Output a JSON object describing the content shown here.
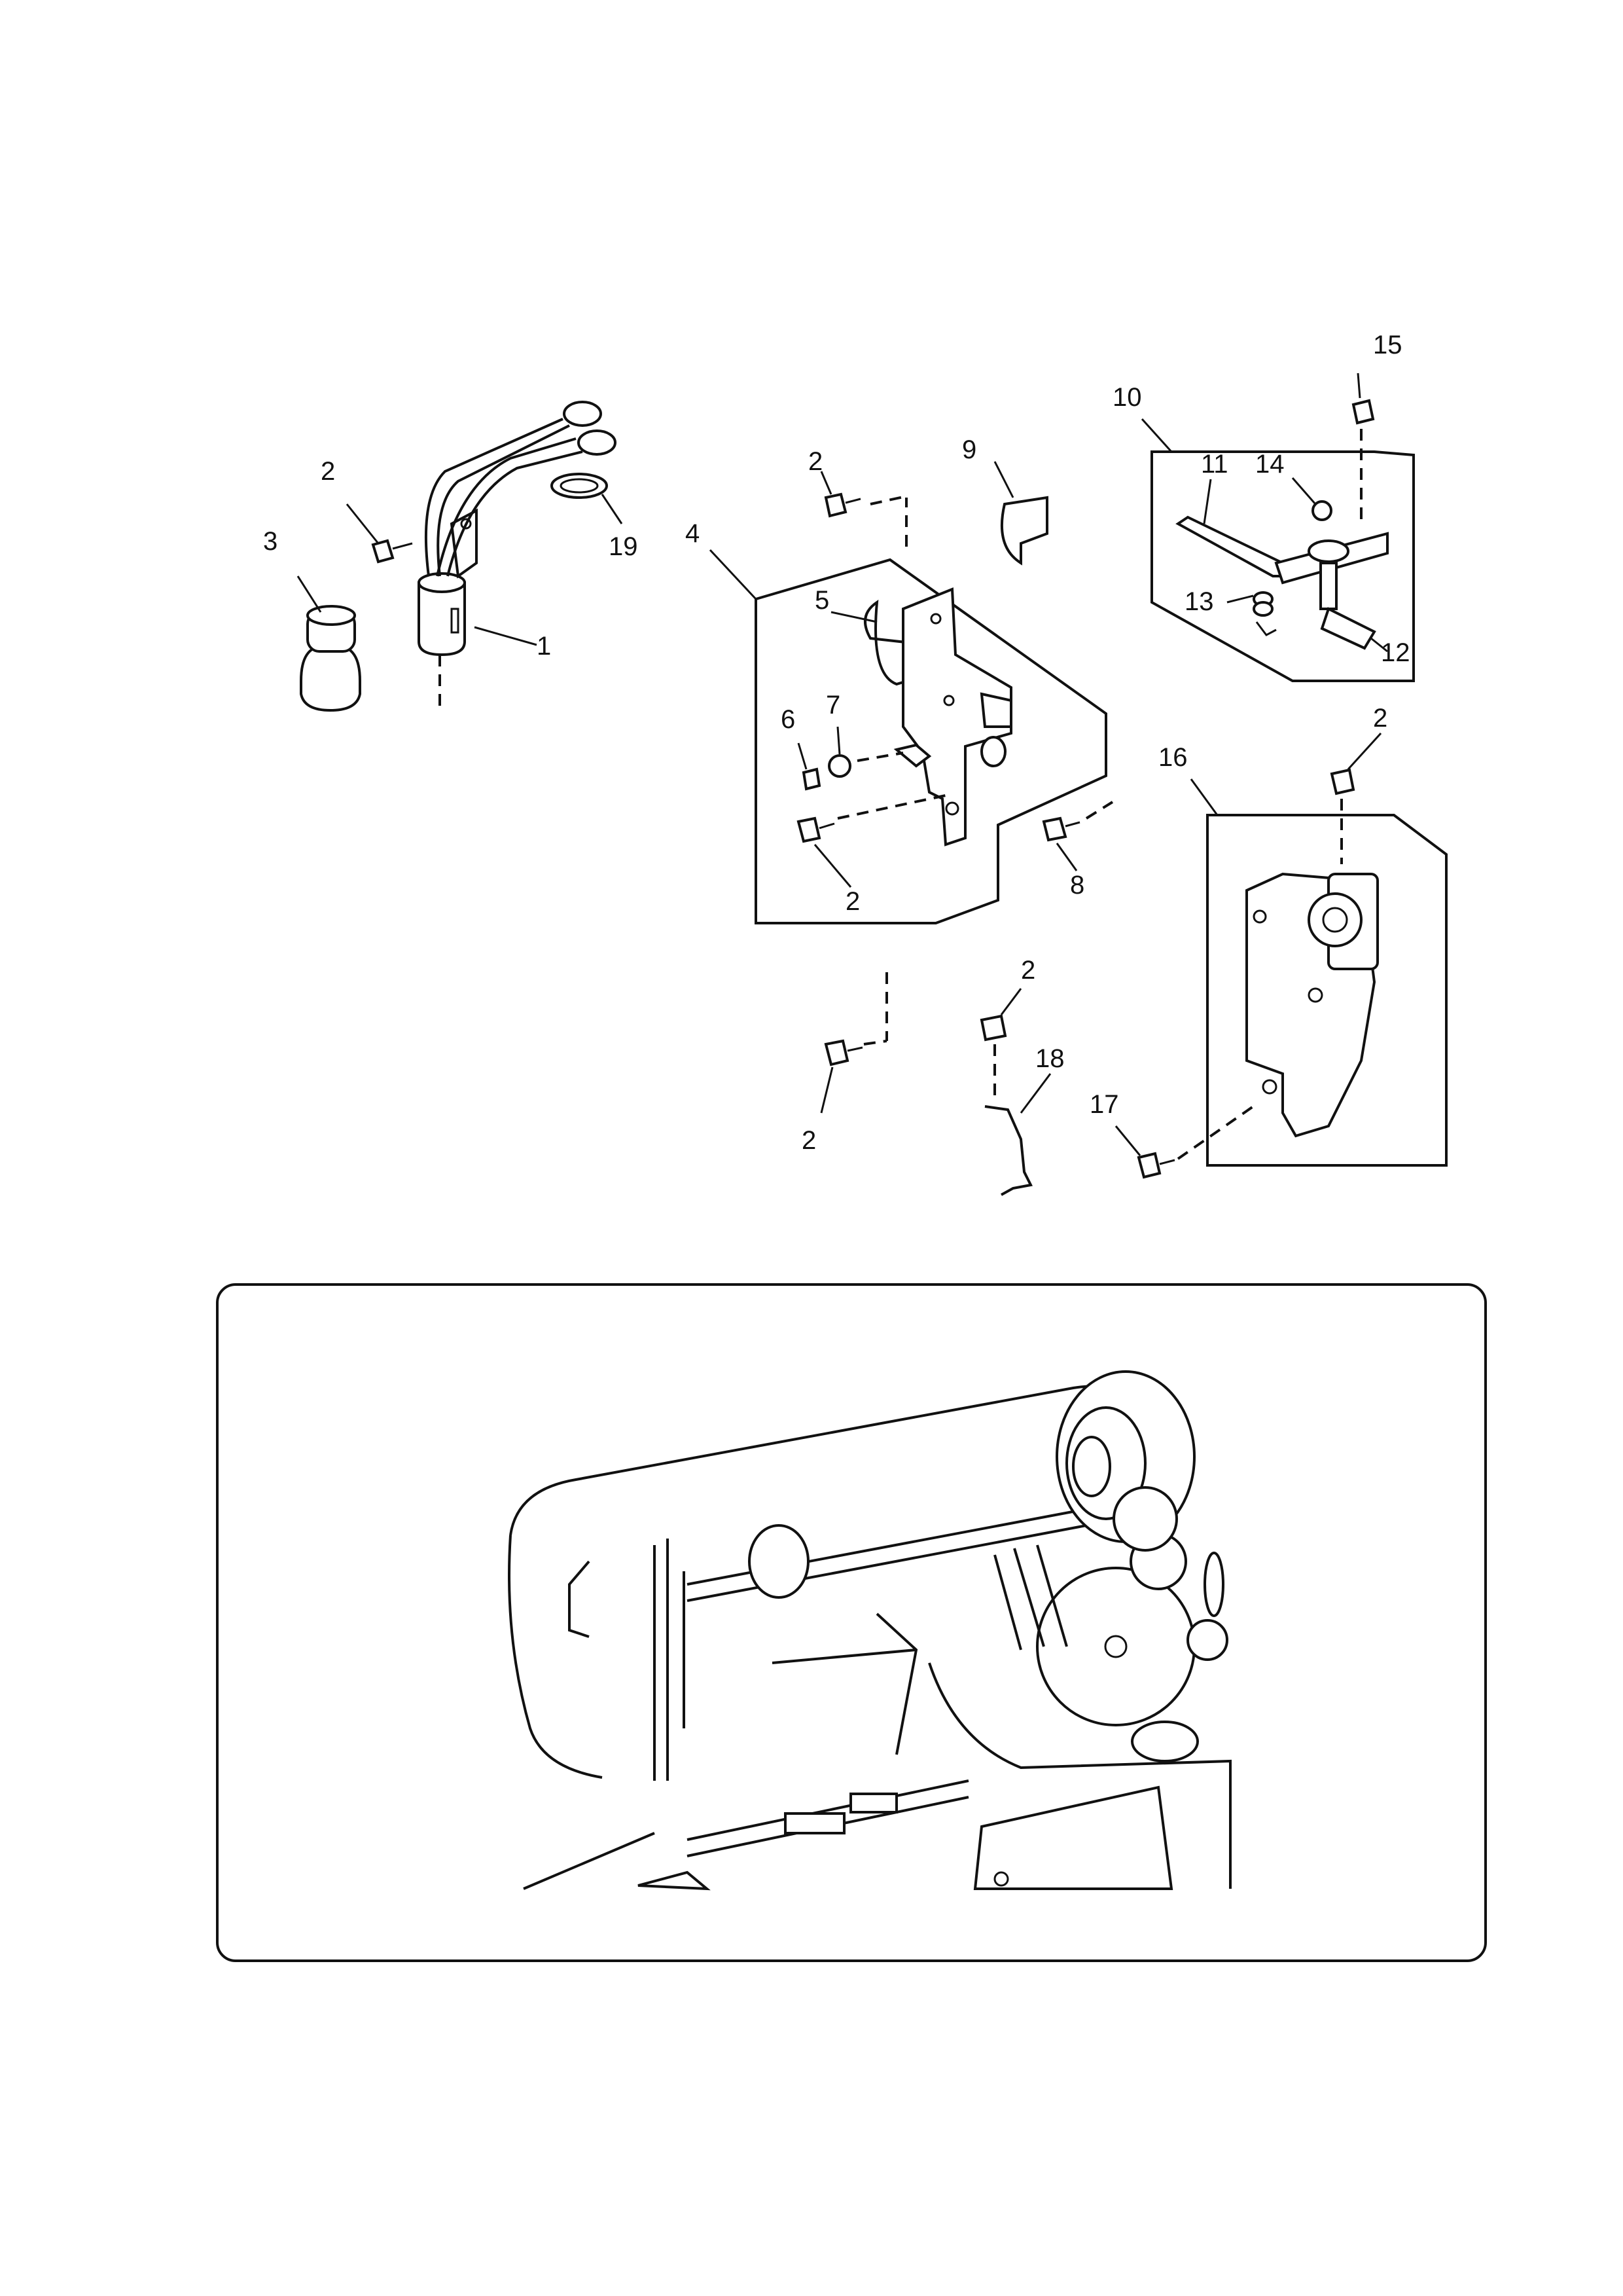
{
  "callouts": {
    "c1": "1",
    "c2a": "2",
    "c3": "3",
    "c19": "19",
    "c2b": "2",
    "c9": "9",
    "c4": "4",
    "c5": "5",
    "c6": "6",
    "c7": "7",
    "c2c": "2",
    "c8": "8",
    "c10": "10",
    "c11": "11",
    "c14": "14",
    "c15": "15",
    "c13": "13",
    "c12": "12",
    "c2d": "2",
    "c16": "16",
    "c17": "17",
    "c2e": "2",
    "c2f": "2",
    "c18": "18"
  },
  "colors": {
    "ink": "#111111",
    "paper": "#ffffff"
  }
}
